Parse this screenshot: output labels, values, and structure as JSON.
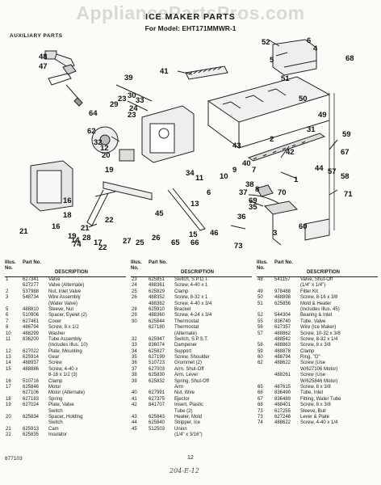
{
  "watermark": "AppliancePartsPros.com",
  "title": "ICE MAKER PARTS",
  "subtitle": "For Model: EHT171MMWR-1",
  "aux_label": "AUXILIARY PARTS",
  "callouts": [
    "52",
    "5",
    "6",
    "4",
    "68",
    "48",
    "47",
    "41",
    "51",
    "50",
    "39",
    "49",
    "30",
    "33",
    "29",
    "23",
    "24",
    "23",
    "31",
    "64",
    "62",
    "32",
    "12",
    "20",
    "19",
    "2",
    "42",
    "43",
    "59",
    "40",
    "67",
    "58",
    "57",
    "44",
    "7",
    "1",
    "10",
    "9",
    "34",
    "11",
    "6",
    "38",
    "8",
    "69",
    "70",
    "37",
    "35",
    "13",
    "36",
    "71",
    "22",
    "45",
    "16",
    "18",
    "16",
    "21",
    "14",
    "26",
    "3",
    "17",
    "28",
    "27",
    "65",
    "66",
    "15",
    "25",
    "46",
    "60",
    "73",
    "19",
    "74",
    "21",
    "22"
  ],
  "table": {
    "headers": {
      "no": "Illus. No.",
      "part": "Part No.",
      "desc": "DESCRIPTION"
    },
    "columns": [
      [
        [
          "1",
          "627341",
          "Valve"
        ],
        [
          "",
          "627277",
          "Valve (Alternate)"
        ],
        [
          "2",
          "537988",
          "Nut, Inlet Valve"
        ],
        [
          "3",
          "548734",
          "Wire Assembly"
        ],
        [
          "",
          "",
          "(Water Valve)"
        ],
        [
          "5",
          "488810",
          "Sleeve, Nut"
        ],
        [
          "6",
          "510906",
          "Spacer, Eyelet (2)"
        ],
        [
          "7",
          "627461",
          "Cover"
        ],
        [
          "8",
          "486794",
          "Screw, 8 x 1/2"
        ],
        [
          "10",
          "488299",
          "Washer"
        ],
        [
          "11",
          "836200",
          "Tube Assembly"
        ],
        [
          "",
          "",
          "(Includes Illus. 10)"
        ],
        [
          "12",
          "627022",
          "Plate, Mounting"
        ],
        [
          "13",
          "625914",
          "Gear"
        ],
        [
          "14",
          "488937",
          "Screw"
        ],
        [
          "15",
          "488886",
          "Screw, 4-40 x"
        ],
        [
          "",
          "",
          "8-18 x 1/2 (3)"
        ],
        [
          "16",
          "510716",
          "Clamp"
        ],
        [
          "17",
          "625846",
          "Motor"
        ],
        [
          "",
          "627106",
          "Motor (Alternate)"
        ],
        [
          "18",
          "627183",
          "Spring"
        ],
        [
          "19",
          "627024",
          "Plate, Valve"
        ],
        [
          "",
          "",
          "Switch"
        ],
        [
          "20",
          "625834",
          "Spacer, Holding"
        ],
        [
          "",
          "",
          "Switch"
        ],
        [
          "21",
          "625913",
          "Cam"
        ],
        [
          "22",
          "625835",
          "Insulator"
        ]
      ],
      [
        [
          "23",
          "625851",
          "Switch, S.P.D.T."
        ],
        [
          "24",
          "488361",
          "Screw, 4-40 x 1"
        ],
        [
          "25",
          "625829",
          "Clamp"
        ],
        [
          "26",
          "488352",
          "Screw, 8-32 x 1"
        ],
        [
          "",
          "488362",
          "Screw, 4-40 x 3/4"
        ],
        [
          "28",
          "625910",
          "Bracket"
        ],
        [
          "29",
          "488360",
          "Screw, 4-24 x 3/4"
        ],
        [
          "30",
          "625844",
          "Thermostat"
        ],
        [
          "",
          "627180",
          "Thermostat"
        ],
        [
          "",
          "",
          "(Alternate)"
        ],
        [
          "32",
          "625947",
          "Switch, S.P.S.T."
        ],
        [
          "33",
          "836074",
          "Dampener"
        ],
        [
          "34",
          "625827",
          "Support"
        ],
        [
          "35",
          "627199",
          "Screw, Shoulder"
        ],
        [
          "36",
          "510723",
          "Grommet (2)"
        ],
        [
          "37",
          "627003",
          "Arm, Shut-Off"
        ],
        [
          "38",
          "625830",
          "Arm, Lever"
        ],
        [
          "39",
          "625832",
          "Spring, Shut-Off"
        ],
        [
          "",
          "",
          "Arm"
        ],
        [
          "40",
          "627991",
          "Nut, Wire"
        ],
        [
          "41",
          "627375",
          "Ejector"
        ],
        [
          "42",
          "841707",
          "Insert, Plastic"
        ],
        [
          "",
          "",
          "Tube (2)"
        ],
        [
          "43",
          "625843",
          "Heater, Mold"
        ],
        [
          "44",
          "625840",
          "Stripper, Ice"
        ],
        [
          "45",
          "512503",
          "Union"
        ],
        [
          "",
          "",
          "(1/4\" x 3/16\")"
        ]
      ],
      [
        [
          "48",
          "541157",
          "Valve, Shut-Off"
        ],
        [
          "",
          "",
          "(1/4\" x 1/4\")"
        ],
        [
          "49",
          "978488",
          "Filter Kit"
        ],
        [
          "50",
          "488898",
          "Screw, 8-16 x 3/8"
        ],
        [
          "51",
          "625856",
          "Mold & Heater"
        ],
        [
          "",
          "",
          "(Includes Illus. 45)"
        ],
        [
          "52",
          "544304",
          "Bearing & Inlet"
        ],
        [
          "55",
          "836740",
          "Tube, Valve"
        ],
        [
          "56",
          "627357",
          "Wire (Ice Maker)"
        ],
        [
          "57",
          "488862",
          "Screw, 10-32 x 3/8"
        ],
        [
          "",
          "488542",
          "Screw, 8-32 x 1/4"
        ],
        [
          "58",
          "488863",
          "Screw, 8 x 3/8"
        ],
        [
          "59",
          "488878",
          "Clamp"
        ],
        [
          "60",
          "488794",
          "Ring, \"O\""
        ],
        [
          "62",
          "488622",
          "Screw (Use"
        ],
        [
          "",
          "",
          "W/627106 Motor)"
        ],
        [
          "",
          "488261",
          "Screw (Use"
        ],
        [
          "",
          "",
          "W/625846 Motor)"
        ],
        [
          "65",
          "487615",
          "Screw, 8 x 3/8"
        ],
        [
          "66",
          "836490",
          "Tube, Inlet"
        ],
        [
          "67",
          "836489",
          "Fitting, Water Tube"
        ],
        [
          "68",
          "488401",
          "Screw, 8 x 3/8"
        ],
        [
          "73",
          "627255",
          "Sleeve, Bull"
        ],
        [
          "73",
          "627248",
          "Lever & Plate"
        ],
        [
          "74",
          "488622",
          "Screw, 4-40 x 1/4"
        ]
      ]
    ]
  },
  "footer": {
    "code": "877103",
    "page": "12",
    "handwritten": "204-E-12"
  }
}
